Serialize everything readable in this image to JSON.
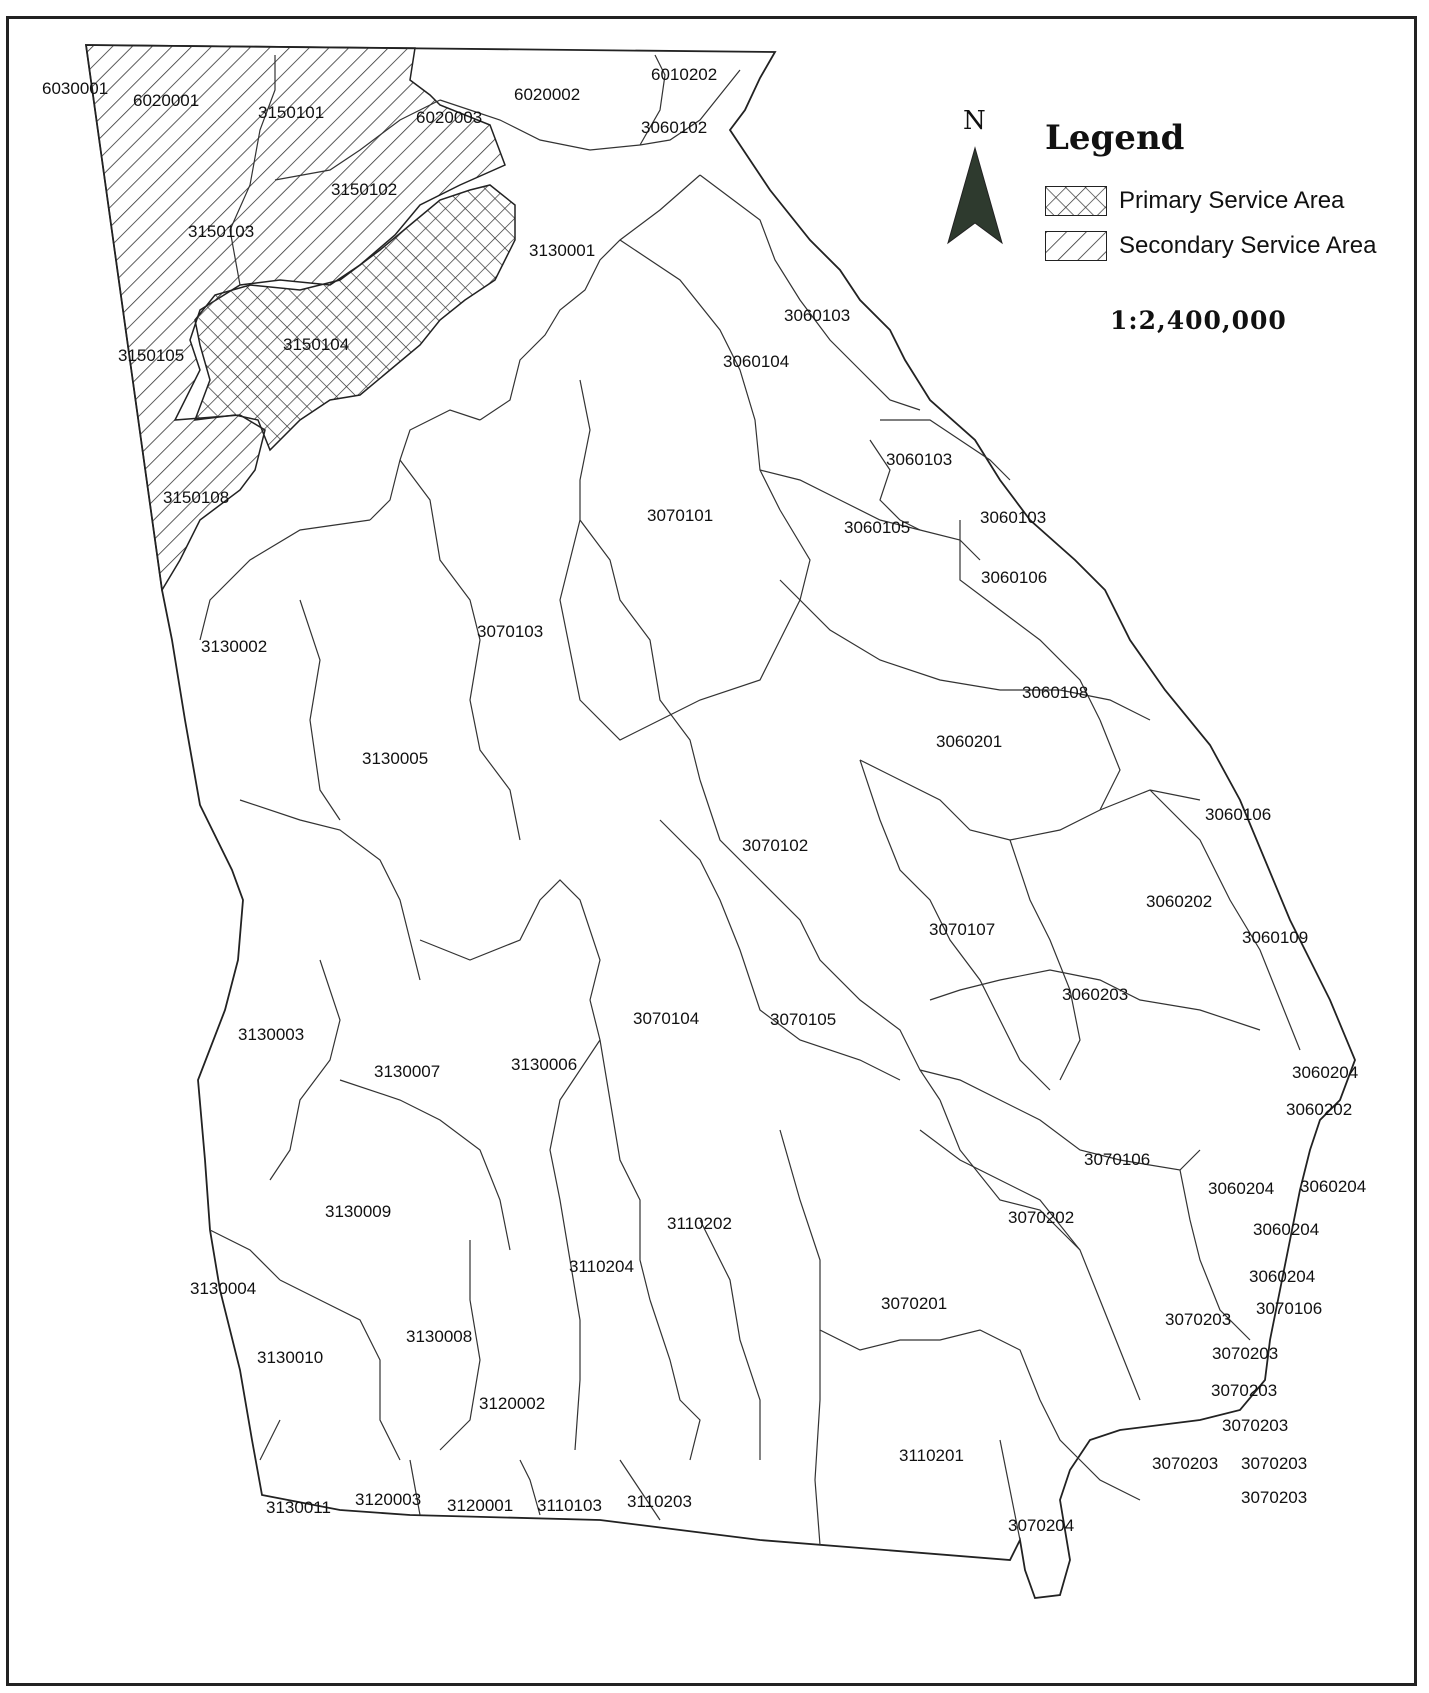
{
  "legend": {
    "title": "Legend",
    "primary_label": "Primary Service Area",
    "secondary_label": "Secondary Service Area"
  },
  "north_label": "N",
  "scale": "1:2,400,000",
  "colors": {
    "line": "#333333",
    "hatch": "#333333",
    "background": "#ffffff"
  },
  "watershed_labels": [
    "6030001",
    "6020001",
    "3150101",
    "6020003",
    "6020002",
    "6010202",
    "3060102",
    "3150102",
    "3150103",
    "3130001",
    "3060103",
    "3150105",
    "3150104",
    "3060104",
    "3060103",
    "3150108",
    "3070101",
    "3060105",
    "3060103",
    "3060106",
    "3130002",
    "3070103",
    "3060108",
    "3060201",
    "3130005",
    "3060106",
    "3070102",
    "3060202",
    "3060109",
    "3070107",
    "3060203",
    "3070104",
    "3070105",
    "3130003",
    "3130006",
    "3130007",
    "3060204",
    "3060202",
    "3070106",
    "3060204",
    "3060204",
    "3130009",
    "3110202",
    "3070202",
    "3060204",
    "3110204",
    "3060204",
    "3130004",
    "3070201",
    "3070203",
    "3070106",
    "3130008",
    "3070203",
    "3130010",
    "3070203",
    "3120002",
    "3070203",
    "3110201",
    "3070203",
    "3070203",
    "3070203",
    "3130011",
    "3120003",
    "3120001",
    "3110103",
    "3110203",
    "3070204"
  ]
}
